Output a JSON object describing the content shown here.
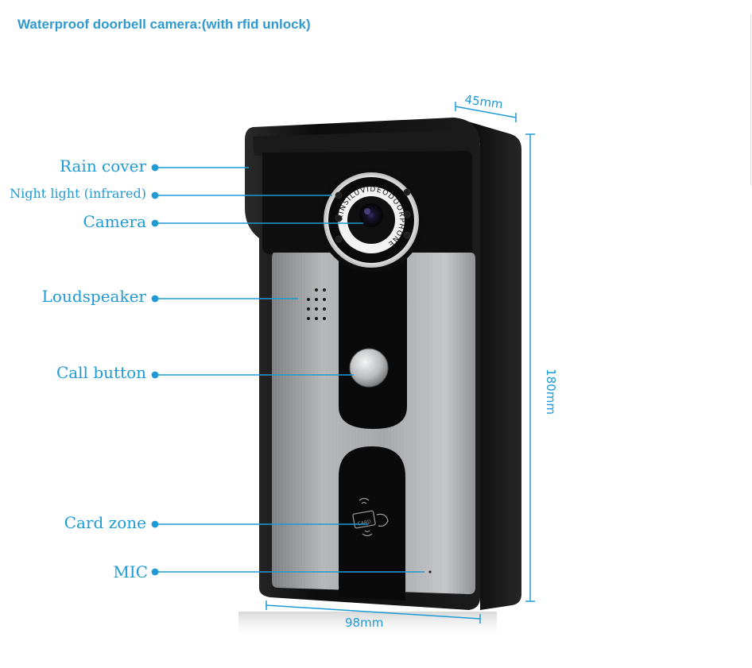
{
  "title": "Waterproof doorbell camera:(with rfid unlock)",
  "callouts": {
    "rain_cover": "Rain cover",
    "night_light": "Night light (infrared)",
    "camera": "Camera",
    "loudspeaker": "Loudspeaker",
    "call_button": "Call button",
    "card_zone": "Card zone",
    "mic": "MIC"
  },
  "dimensions": {
    "width": "98mm",
    "depth": "45mm",
    "height": "180mm"
  },
  "device": {
    "lens_ring_text": "XINSILUVIDEODOORPHONE",
    "card_label": "CARD"
  },
  "colors": {
    "accent": "#1e9ad5",
    "title": "#2e9ad0",
    "housing": "#111111",
    "panel": "#9a9da0"
  }
}
